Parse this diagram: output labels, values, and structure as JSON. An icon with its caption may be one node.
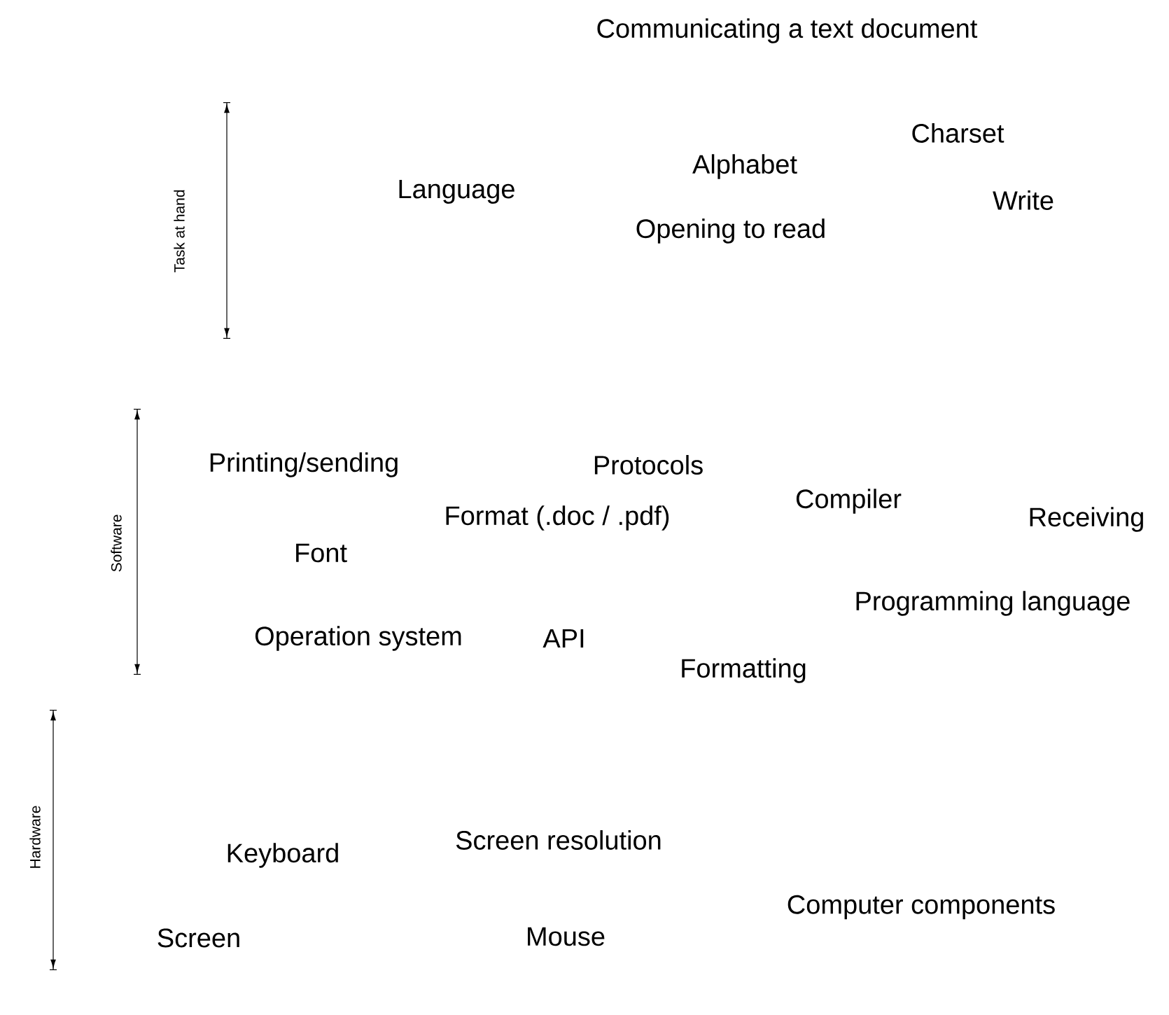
{
  "diagram": {
    "title": "Communicating a text document",
    "labels": [
      "Task at hand",
      "Charset",
      "Alphabet",
      "Language",
      "Write",
      "Opening to read",
      "Software",
      "Printing/sending",
      "Protocols",
      "Format (.doc / .pdf)",
      "Compiler",
      "Receiving",
      "Font",
      "Programming language",
      "Operation system",
      "API",
      "Formatting",
      "Hardware",
      "Screen resolution",
      "Keyboard",
      "Computer components",
      "Screen",
      "Mouse"
    ]
  }
}
